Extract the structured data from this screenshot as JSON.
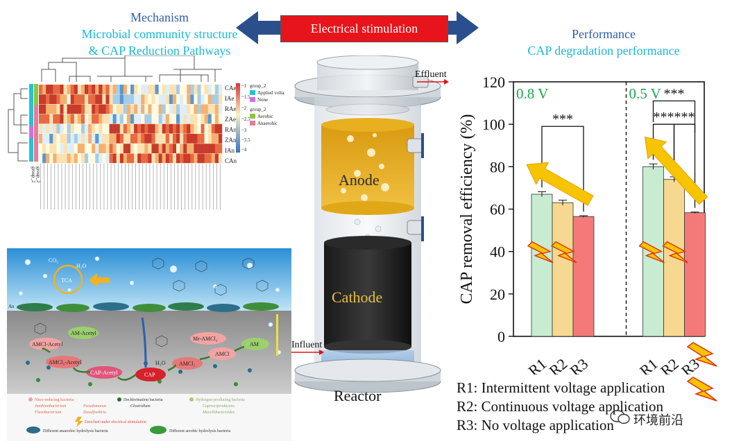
{
  "header": {
    "left_title": "Mechanism",
    "left_sub1": "Microbial community structure",
    "left_sub2": "& CAP Reduction Pathways",
    "banner": "Electrical stimulation",
    "right_title": "Performance",
    "right_sub": "CAP degradation performance"
  },
  "heatmap": {
    "rows": [
      "CAe",
      "IAe",
      "RAe",
      "ZAe",
      "RAn",
      "ZAn",
      "IAn",
      "CAn"
    ],
    "colorbar_ticks": [
      "~1",
      "~1.5",
      "~2",
      "~2.5",
      "~3",
      "~3.5",
      "~4"
    ],
    "legend_group1_title": "group_2",
    "legend_group1_items": [
      "Applied voltage",
      "None"
    ],
    "legend_group2_title": "group_2",
    "legend_group2_items": [
      "Aerobic",
      "Anaerobic"
    ],
    "bottom_labels": [
      "group_2",
      "group_2"
    ]
  },
  "pathway": {
    "co2": "CO₂",
    "h2o_top": "H₂O",
    "tca": "TCA",
    "am_acetyl": "AM-Acetyl",
    "amcl_acetyl": "AMCl-Acetyl",
    "amcl2_acetyl": "AMCl₂-Acetyl",
    "cap_acetyl": "CAP-Acetyl",
    "cap": "CAP",
    "h2o_mid": "H₂O",
    "mr_amcl2": "Mr-AMCl₂",
    "amcl2": "AMCl₂",
    "amcl": "AMCl",
    "am": "AM",
    "an_label": "An",
    "legend_nitro": "Nitro-reducing bacteria:",
    "legend_nitro_genera1": "Janthinobacterium",
    "legend_nitro_genera2": "Pseudomonas",
    "legend_nitro_genera3": "Flavobacterium",
    "legend_nitro_genera4": "Desulfovibrio",
    "legend_dechlor": "Dechlorination bacteria",
    "legend_dechlor_genus": "Clostridium",
    "legend_h2": "Hydrogen-producing bacteria",
    "legend_h2_genus1": "Caproiciproducens",
    "legend_h2_genus2": "Macellibacteroides",
    "legend_enriched": "Enriched under electrical stimulation",
    "legend_anaerobic": "Different anaerobic hydrolysis bacteria",
    "legend_aerobic": "Different aerobic hydrolysis bacteria"
  },
  "reactor": {
    "effluent": "Effluent",
    "anode": "Anode",
    "cathode": "Cathode",
    "influent": "Influent",
    "reactor": "Reactor"
  },
  "chart_data": {
    "type": "bar",
    "ylabel": "CAP removal efficiency (%)",
    "ylim": [
      0,
      120
    ],
    "yticks": [
      0,
      20,
      40,
      60,
      80,
      100,
      120
    ],
    "groups": [
      {
        "label": "0.8 V",
        "categories": [
          "R1",
          "R2",
          "R3"
        ],
        "values": [
          67,
          63,
          56.5
        ],
        "errors": [
          1.2,
          1.2,
          0.4
        ],
        "sig": [
          "***"
        ]
      },
      {
        "label": "0.5 V",
        "categories": [
          "R1",
          "R2",
          "R3"
        ],
        "values": [
          80,
          74,
          58.3
        ],
        "errors": [
          1.3,
          1.2,
          0.3
        ],
        "sig": [
          "***",
          "***",
          "***"
        ]
      }
    ],
    "colors": {
      "R1": "#c7ecd2",
      "R2": "#f6d890",
      "R3": "#f47a7a"
    }
  },
  "legend": {
    "r1": "R1: Intermittent voltage application",
    "r2": "R2: Continuous voltage application",
    "r3": "R3: No voltage application"
  },
  "watermark": "环境前沿"
}
